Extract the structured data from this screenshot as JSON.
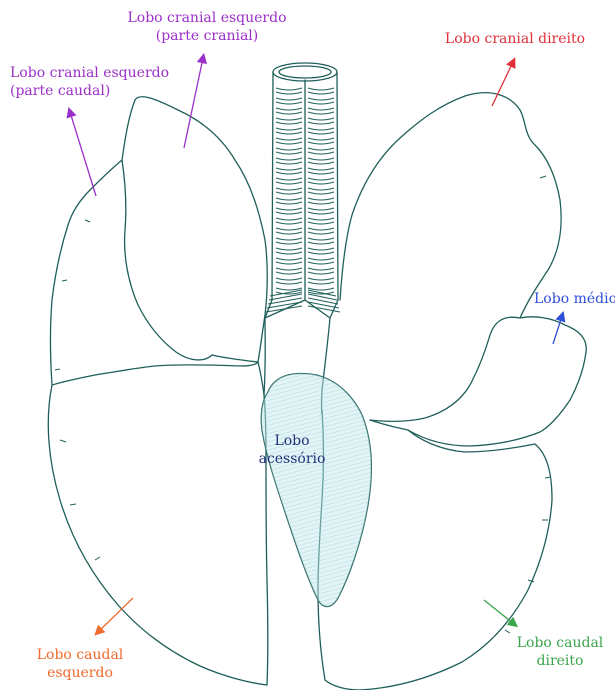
{
  "diagram": {
    "labels": {
      "cranial_left_cranial": {
        "line1": "Lobo cranial esquerdo",
        "line2": "(parte cranial)",
        "color": "#9b30c8"
      },
      "cranial_left_caudal": {
        "line1": "Lobo cranial esquerdo",
        "line2": "(parte caudal)",
        "color": "#9b30c8"
      },
      "cranial_right": {
        "line1": "Lobo cranial direito",
        "color": "#e0303a"
      },
      "middle_right": {
        "line1": "Lobo médio",
        "color": "#2f4fd8"
      },
      "accessory": {
        "line1": "Lobo",
        "line2": "acessório",
        "color": "#23307a"
      },
      "caudal_left": {
        "line1": "Lobo caudal",
        "line2": "esquerdo",
        "color": "#f06a2a"
      },
      "caudal_right": {
        "line1": "Lobo caudal",
        "line2": "direito",
        "color": "#3aa54a"
      }
    },
    "colors": {
      "outline": "#1f5f5a",
      "accessory_fill": "#bfe6ec"
    }
  }
}
